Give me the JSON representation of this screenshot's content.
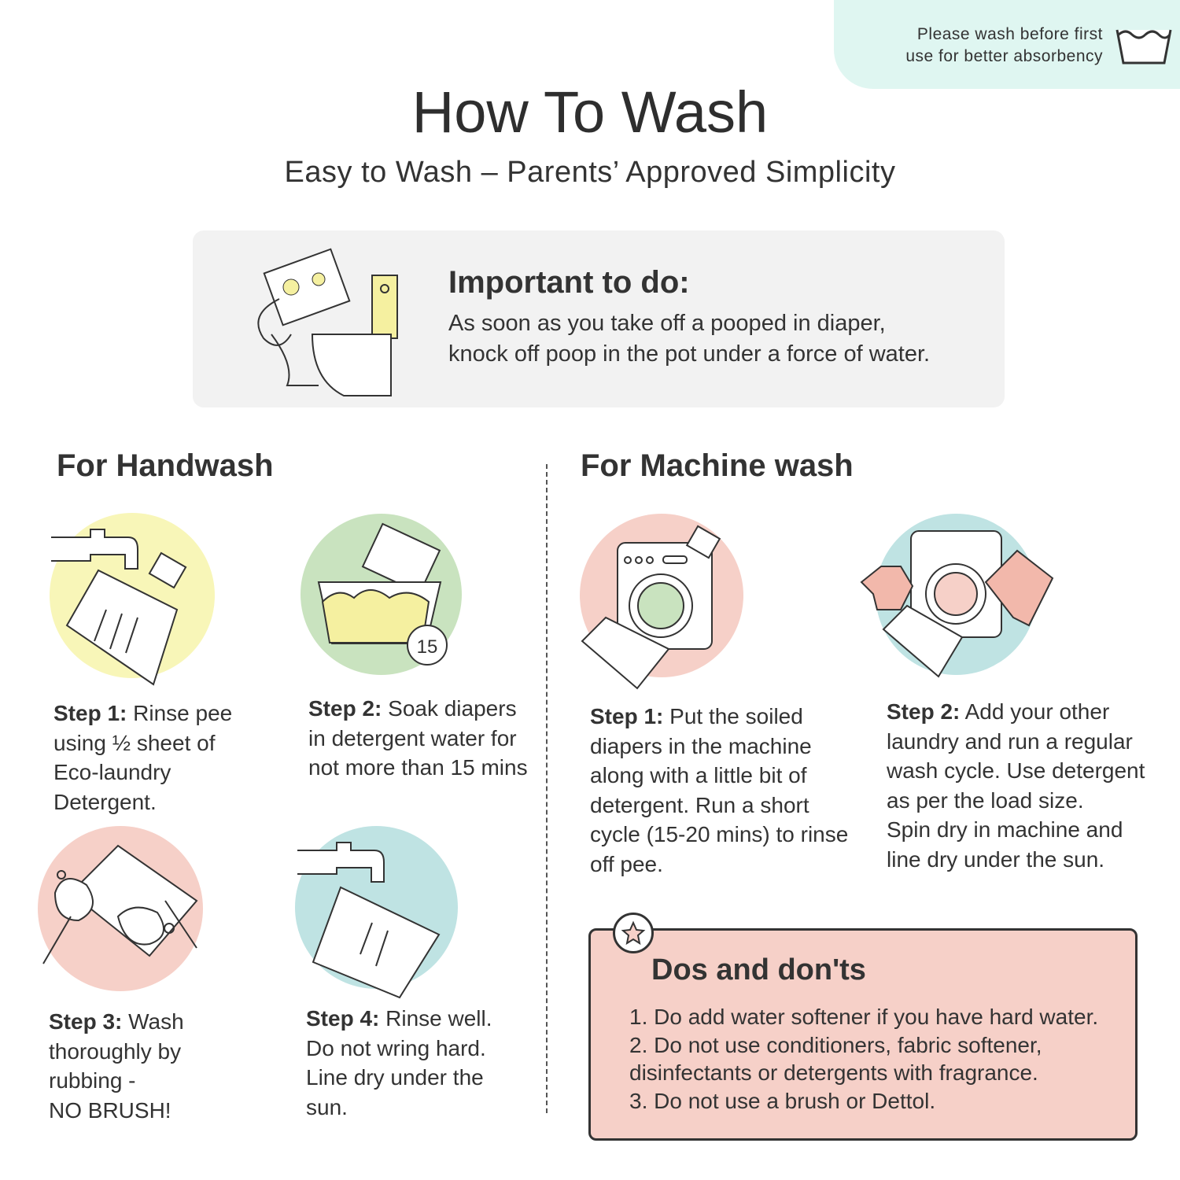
{
  "note": {
    "text": "Please wash before first\nuse for better absorbency",
    "icon": "wash-basin-icon"
  },
  "header": {
    "title": "How To Wash",
    "subtitle": "Easy to Wash – Parents’ Approved Simplicity"
  },
  "important": {
    "heading": "Important to do:",
    "body": "As soon as you take off a pooped in diaper,\nknock off poop in the pot under a force of water."
  },
  "handwash": {
    "heading": "For Handwash",
    "steps": [
      {
        "label": "Step 1:",
        "text": " Rinse pee\nusing ½ sheet of\nEco-laundry\nDetergent."
      },
      {
        "label": "Step 2:",
        "text": " Soak diapers\nin detergent water for\nnot more than 15 mins"
      },
      {
        "label": "Step 3:",
        "text": " Wash\nthoroughly by\nrubbing -\nNO BRUSH!"
      },
      {
        "label": "Step 4:",
        "text": " Rinse well.\nDo not wring hard.\nLine dry under the\nsun."
      }
    ],
    "timer": "15"
  },
  "machine": {
    "heading": "For Machine wash",
    "steps": [
      {
        "label": "Step 1:",
        "text": " Put the soiled\ndiapers in the machine\nalong with a little bit of\ndetergent. Run a short\ncycle (15-20 mins) to rinse\noff pee."
      },
      {
        "label": "Step 2:",
        "text": " Add your other\nlaundry and run a regular\nwash cycle. Use detergent\nas per the load size.\nSpin dry in machine and\nline dry under the sun."
      }
    ]
  },
  "dos": {
    "title": "Dos and don'ts",
    "items": "1. Do add water softener if you have hard water.\n2. Do not use conditioners, fabric softener,\n    disinfectants or detergents with fragrance.\n3. Do not use a brush or Dettol."
  },
  "colors": {
    "mint": "#dff6f1",
    "yellow": "#f8f6b8",
    "green": "#c9e3bf",
    "pink": "#f6d0c8",
    "blue": "#bfe3e3",
    "gray": "#f2f2f2",
    "text": "#333333"
  }
}
